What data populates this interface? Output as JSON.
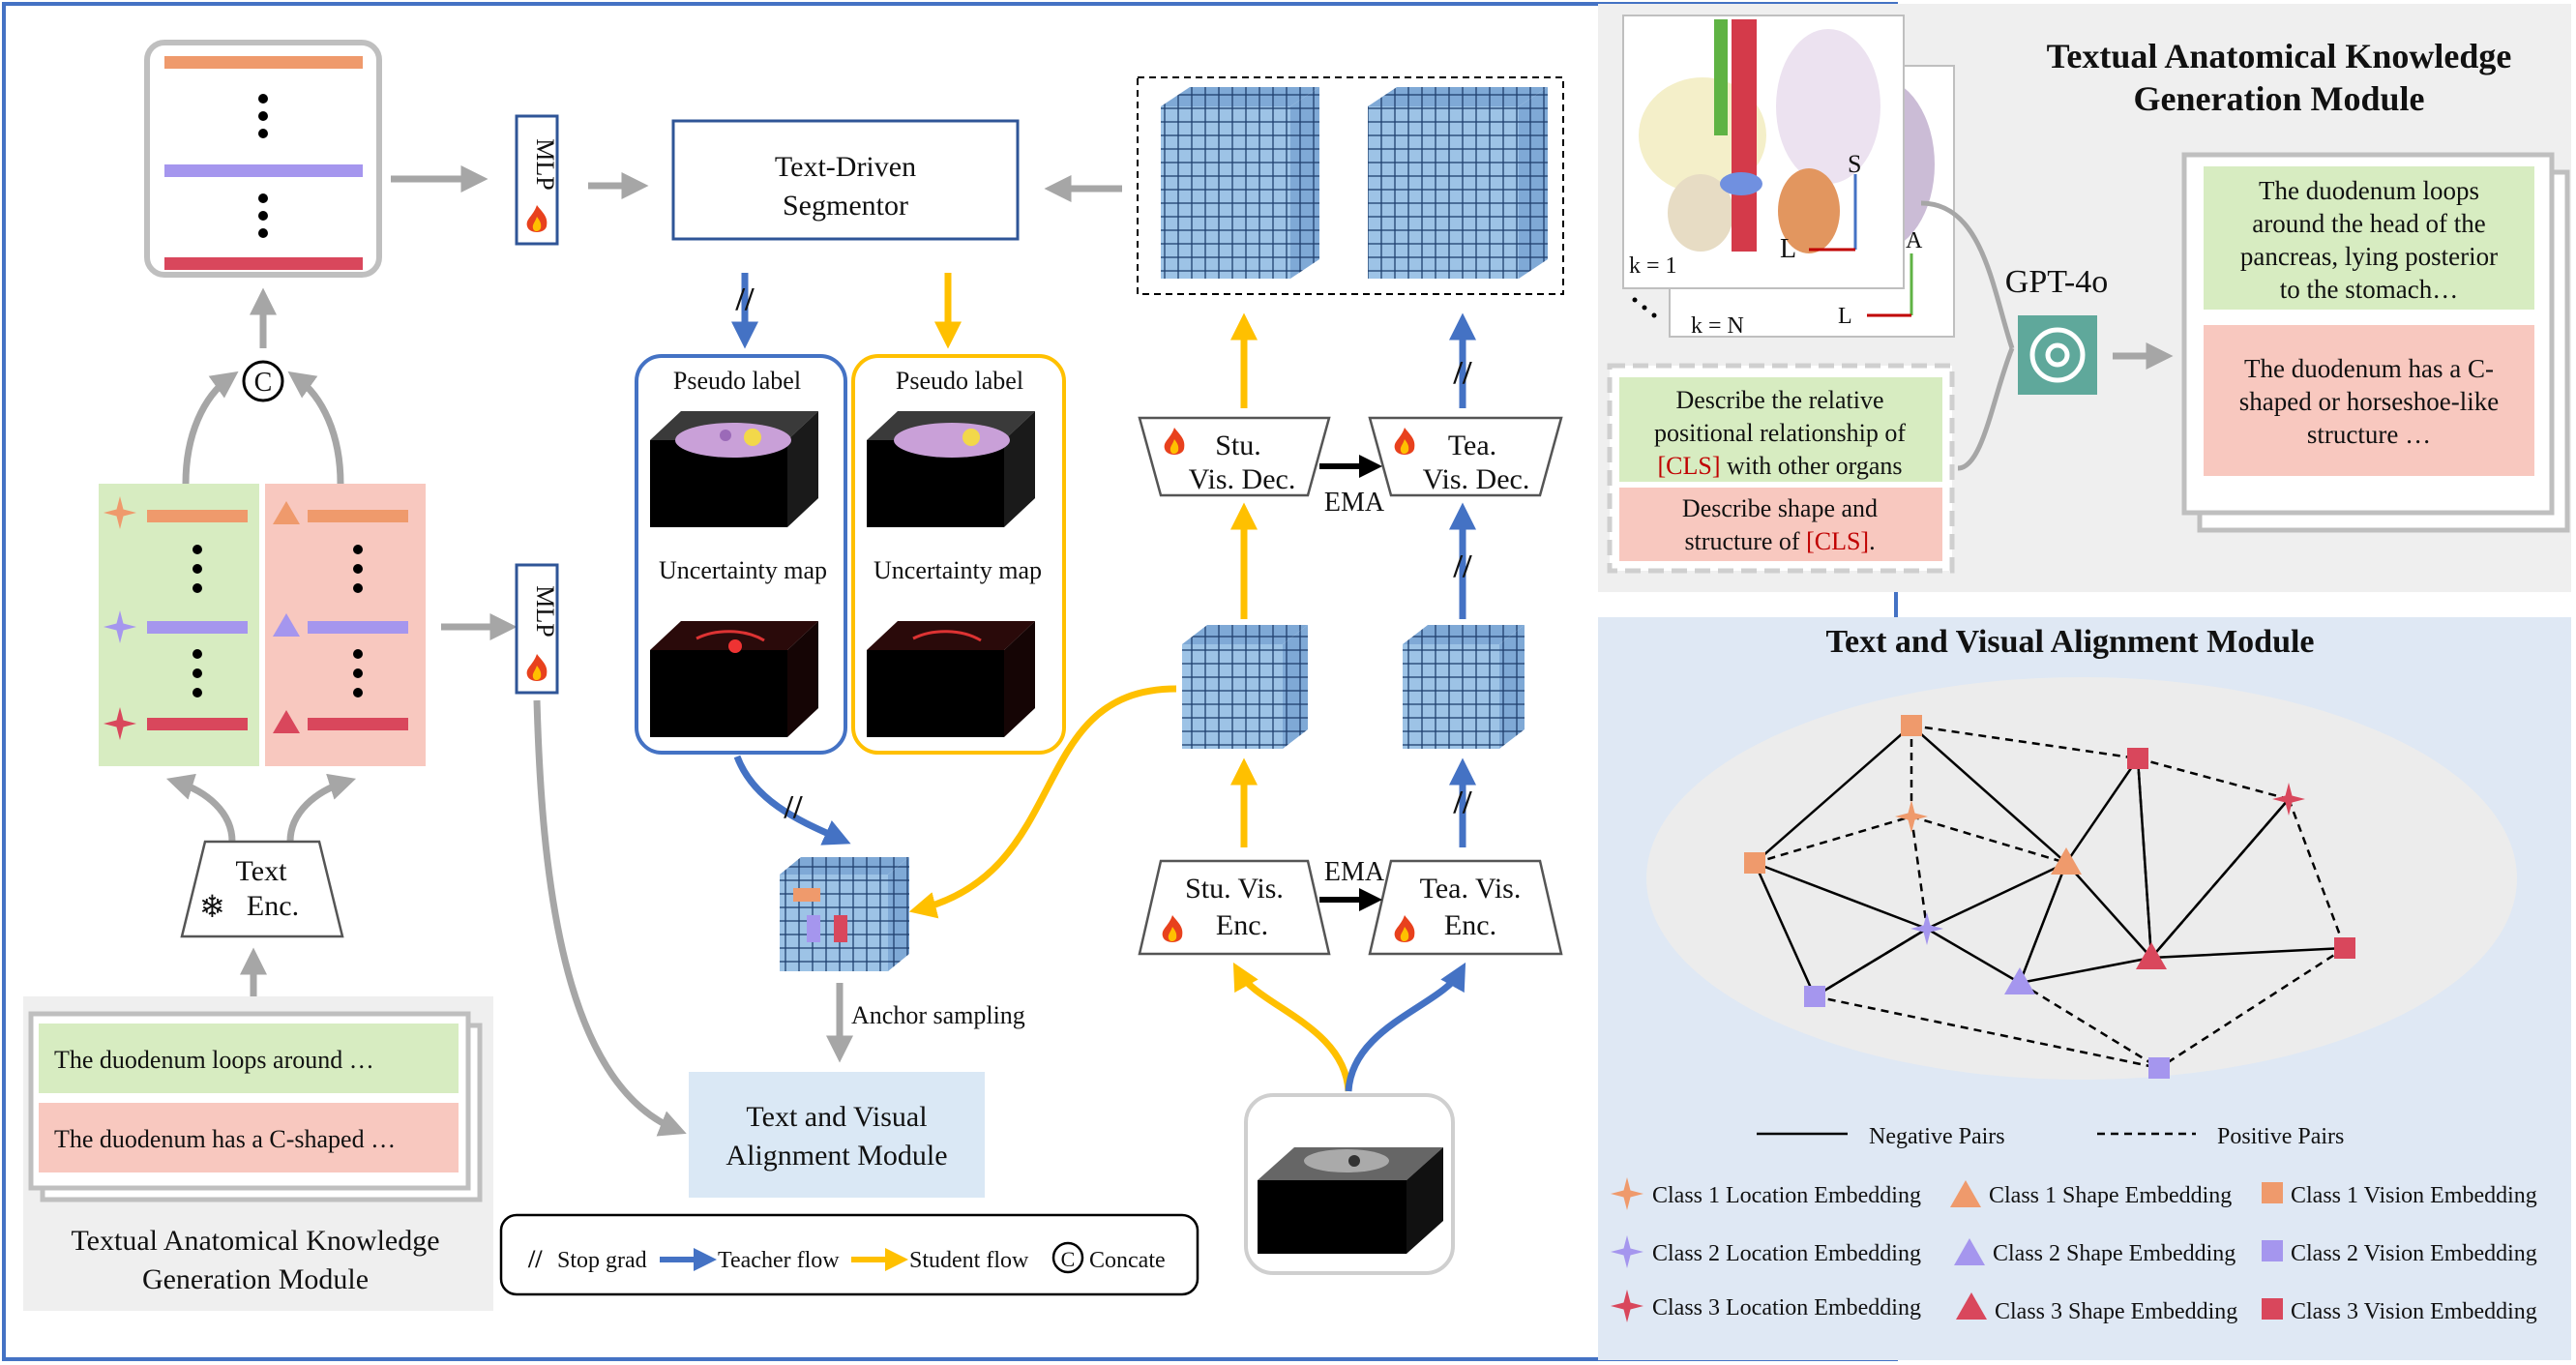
{
  "main_panel": {
    "mlp_top": "MLP",
    "mlp_bottom": "MLP",
    "segmentor": [
      "Text-Driven",
      "Segmentor"
    ],
    "concat_symbol": "C",
    "text_enc": [
      "Text",
      "Enc."
    ],
    "card_green": "The duodenum loops around …",
    "card_red": "The duodenum has a C-shaped …",
    "left_caption": [
      "Textual Anatomical Knowledge",
      "Generation Module"
    ],
    "pseudo_label": "Pseudo label",
    "uncertainty_map": "Uncertainty map",
    "anchor_sampling": "Anchor sampling",
    "alignment_box": [
      "Text and Visual",
      "Alignment Module"
    ],
    "stu_vis_dec": [
      "Stu.",
      "Vis. Dec."
    ],
    "tea_vis_dec": [
      "Tea.",
      "Vis. Dec."
    ],
    "stu_vis_enc": [
      "Stu. Vis.",
      "Enc."
    ],
    "tea_vis_enc": [
      "Tea. Vis.",
      "Enc."
    ],
    "ema": "EMA",
    "stop_grad_symbol": "//",
    "legend": {
      "stop_grad": "Stop grad",
      "teacher_flow": "Teacher flow",
      "student_flow": "Student flow",
      "concate_symbol": "C",
      "concate": "Concate"
    }
  },
  "tak_module": {
    "title": [
      "Textual Anatomical Knowledge",
      "Generation Module"
    ],
    "k1": "k = 1",
    "kN": "k = N",
    "axis_S": "S",
    "axis_A": "A",
    "axis_L": "L",
    "prompt_green": [
      "Describe the relative",
      "positional relationship of",
      "[CLS]",
      " with other organs"
    ],
    "prompt_red": [
      "Describe shape and",
      "structure of ",
      "[CLS]",
      "."
    ],
    "gpt_label": "GPT-4o",
    "output_green": [
      "The duodenum loops",
      "around the head of the",
      "pancreas, lying posterior",
      "to the stomach…"
    ],
    "output_red": [
      "The duodenum has a C-",
      "shaped or horseshoe-like",
      "structure …"
    ]
  },
  "tva_module": {
    "title": "Text and Visual Alignment Module",
    "negative_pairs": "Negative Pairs",
    "positive_pairs": "Positive Pairs",
    "legend": [
      "Class 1 Location Embedding",
      "Class 1 Shape Embedding",
      "Class 1 Vision Embedding",
      "Class 2 Location Embedding",
      "Class 2 Shape Embedding",
      "Class 2 Vision Embedding",
      "Class 3 Location Embedding",
      "Class 3 Shape Embedding",
      "Class 3 Vision Embedding"
    ]
  },
  "colors": {
    "teacher_blue": "#4472c4",
    "student_yellow": "#ffc000",
    "class1": "#ef9a6c",
    "class2": "#a596ee",
    "class3": "#d9475c",
    "green_fill": "#d7ecc1",
    "red_fill": "#f8c8bf",
    "panel_gray": "#efefef",
    "panel_blue": "#dfe8f4"
  }
}
